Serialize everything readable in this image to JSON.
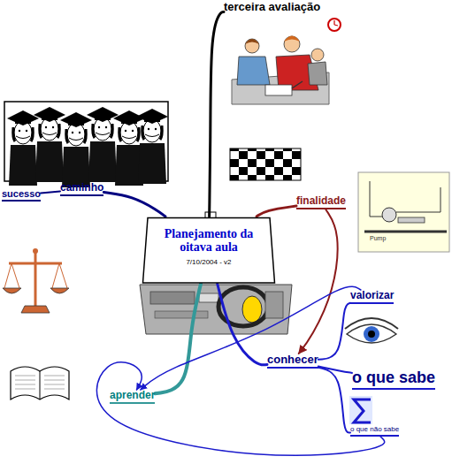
{
  "diagram": {
    "nodes": [
      {
        "text": [
          "Planejamento da oitava aula",
          "7/10/2004 - v2"
        ]
      },
      {
        "text": [
          "terceira avaliação"
        ]
      },
      {
        "text": [
          "caminho"
        ]
      },
      {
        "text": [
          "sucesso"
        ]
      },
      {
        "text": [
          "finalidade"
        ]
      },
      {
        "text": [
          "conhecer"
        ]
      },
      {
        "text": [
          "valorizar"
        ]
      },
      {
        "text": [
          "o que sabe"
        ]
      },
      {
        "text": [
          "o que não sabe"
        ]
      },
      {
        "text": [
          "aprender"
        ]
      }
    ],
    "edges": [
      {
        "from": 0,
        "to": 1,
        "arrow": "none"
      },
      {
        "from": 0,
        "to": 2,
        "arrow": "none"
      },
      {
        "from": 2,
        "to": 3,
        "arrow": "none"
      },
      {
        "from": 0,
        "to": 4,
        "arrow": "none"
      },
      {
        "from": 4,
        "to": 5,
        "arrow": "to"
      },
      {
        "from": 0,
        "to": 5,
        "arrow": "none"
      },
      {
        "from": 5,
        "to": 6,
        "arrow": "none"
      },
      {
        "from": 5,
        "to": 7,
        "arrow": "none"
      },
      {
        "from": 5,
        "to": 8,
        "arrow": "none"
      },
      {
        "from": 0,
        "to": 9,
        "arrow": "none"
      },
      {
        "from": 6,
        "to": 9,
        "arrow": "to"
      },
      {
        "from": 8,
        "to": 9,
        "arrow": "to"
      }
    ],
    "labels": [
      "Pump"
    ]
  }
}
